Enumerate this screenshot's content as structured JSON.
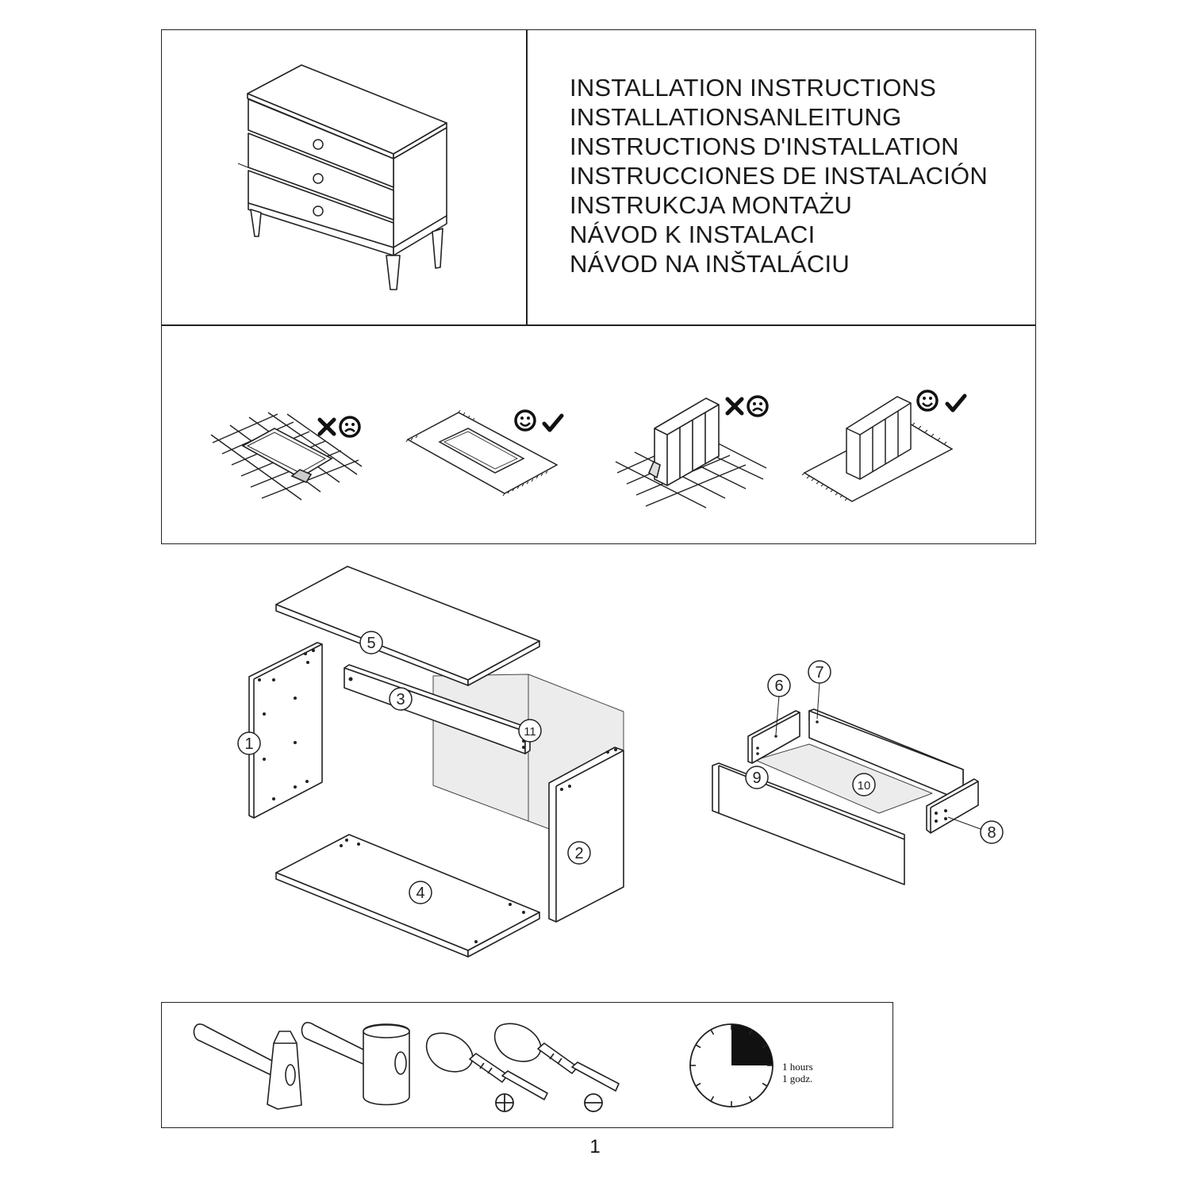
{
  "header": {
    "titles": [
      "INSTALLATION INSTRUCTIONS",
      "INSTALLATIONSANLEITUNG",
      "INSTRUCTIONS D'INSTALLATION",
      "INSTRUCCIONES DE INSTALACIÓN",
      "INSTRUKCJA MONTAŻU",
      "NÁVOD K INSTALACI",
      "NÁVOD NA INŠTALÁCIU"
    ]
  },
  "floor_guidance": [
    {
      "surface": "hard-floor",
      "verdict": "not-recommended"
    },
    {
      "surface": "carpet",
      "verdict": "recommended"
    },
    {
      "surface": "hard-floor",
      "verdict": "not-recommended"
    },
    {
      "surface": "carpet",
      "verdict": "recommended"
    }
  ],
  "parts": {
    "labels": [
      "1",
      "2",
      "3",
      "4",
      "5",
      "6",
      "7",
      "8",
      "9",
      "10",
      "11"
    ]
  },
  "tools": [
    "hammer-icon",
    "rubber-mallet-icon",
    "phillips-screwdriver-icon",
    "flat-screwdriver-icon"
  ],
  "time": {
    "line1": "1 hours",
    "line2": "1 godz.",
    "fraction": 0.25
  },
  "footer": {
    "page_number": "1"
  }
}
